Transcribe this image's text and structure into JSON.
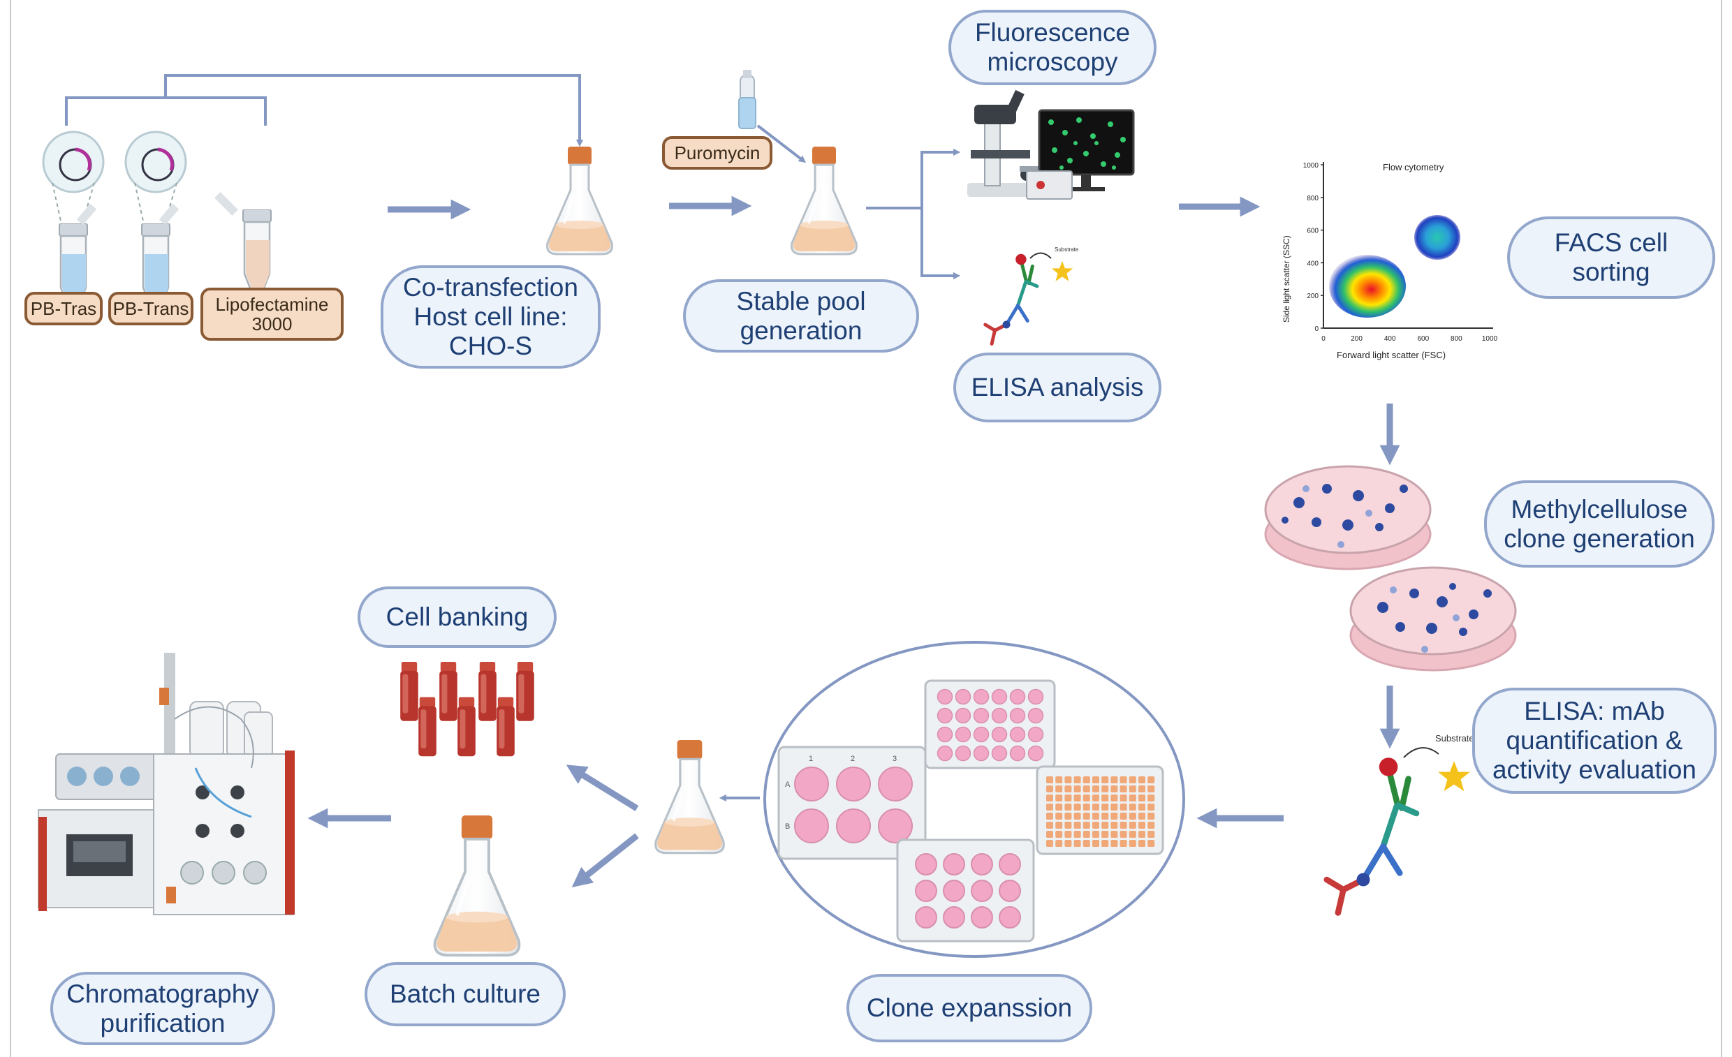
{
  "labels": {
    "cotransfection": "Co-transfection\nHost cell line:\nCHO-S",
    "stable_pool": "Stable pool\ngeneration",
    "fluorescence": "Fluorescence\nmicroscopy",
    "elisa_analysis": "ELISA analysis",
    "facs": "FACS cell\nsorting",
    "methylcellulose": "Methylcellulose\nclone generation",
    "elisa_mab": "ELISA: mAb\nquantification &\nactivity evaluation",
    "clone_expansion": "Clone expanssion",
    "cell_banking": "Cell banking",
    "batch_culture": "Batch culture",
    "chromatography": "Chromatography\npurification"
  },
  "tags": {
    "pb_tras": "PB-Tras",
    "pb_trans": "PB-Trans",
    "lipofectamine": "Lipofectamine\n3000",
    "puromycin": "Puromycin"
  },
  "flow_plot": {
    "title": "Flow cytometry",
    "xlabel": "Forward light scatter (FSC)",
    "ylabel": "Side light scatter (SSC)",
    "y_ticks": [
      "1000",
      "800",
      "600",
      "400",
      "200",
      "0"
    ],
    "x_ticks": [
      "0",
      "200",
      "400",
      "600",
      "800",
      "1000"
    ]
  },
  "substrate_label": "Substrate",
  "plate_labels": {
    "cols": [
      "1",
      "2",
      "3"
    ],
    "rows": [
      "A",
      "B"
    ]
  },
  "colors": {
    "arrow": "#8497c2",
    "pill_border": "#93a7cc",
    "pill_fill": "#edf3fb",
    "pill_text": "#1e3f73",
    "tag_border": "#8a5a34",
    "tag_fill": "#f6dcc4",
    "cap": "#d7773a",
    "medium": "#f4c9a3",
    "well_pink": "#f2a7c6",
    "dish_fill": "#f7d7dc"
  }
}
